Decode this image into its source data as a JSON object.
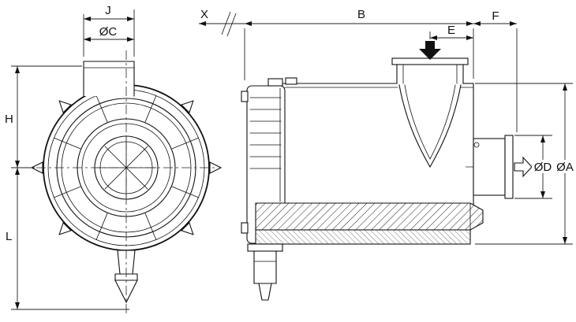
{
  "dims": {
    "J": "J",
    "C": "ØC",
    "X": "X",
    "B": "B",
    "F": "F",
    "E": "E",
    "H": "H",
    "L": "L",
    "D": "ØD",
    "A": "ØA"
  },
  "colors": {
    "line": "#111111",
    "background": "#ffffff"
  }
}
